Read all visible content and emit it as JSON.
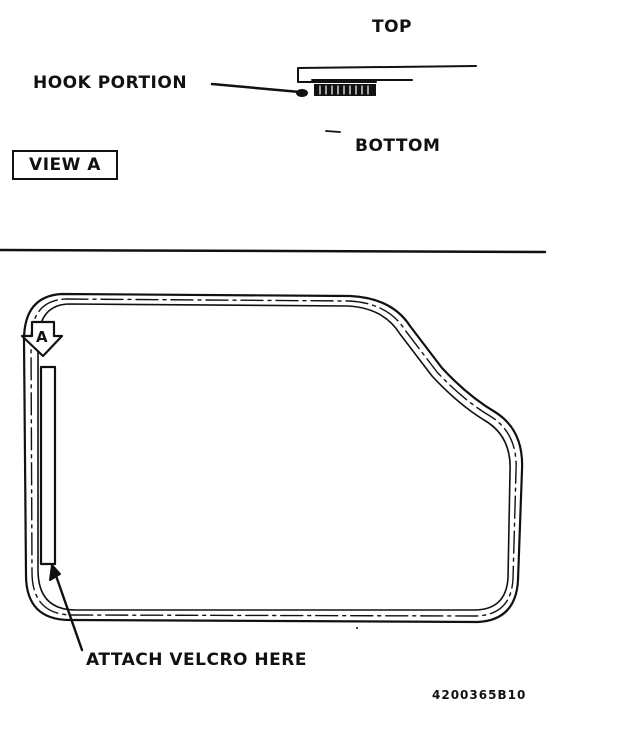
{
  "labels": {
    "top": "TOP",
    "hook_portion": "HOOK PORTION",
    "bottom": "BOTTOM",
    "view_a": "VIEW  A",
    "view_marker": "A",
    "attach_velcro": "ATTACH VELCRO HERE",
    "drawing_code": "4200365B10"
  },
  "colors": {
    "ink": "#111111",
    "paper": "#ffffff"
  }
}
